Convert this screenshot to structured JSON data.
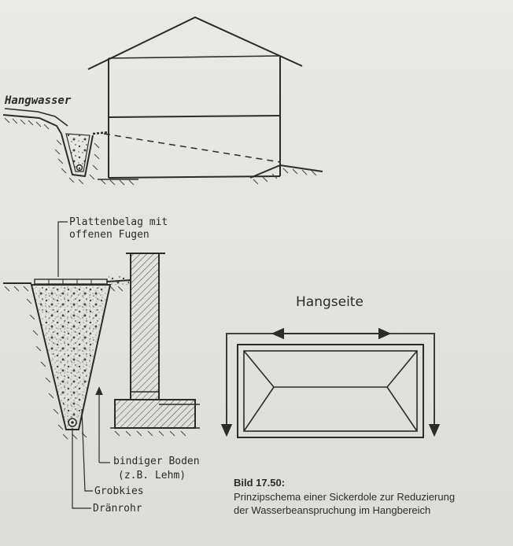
{
  "labels": {
    "hangwasser": "Hangwasser",
    "plattenbelag_1": "Plattenbelag mit",
    "plattenbelag_2": "offenen Fugen",
    "hangseite": "Hangseite",
    "boden_1": "bindiger Boden",
    "boden_2": "(z.B. Lehm)",
    "grobkies": "Grobkies",
    "draenrohr": "Dränrohr"
  },
  "caption": {
    "title": "Bild 17.50:",
    "line1": "Prinzipschema einer Sickerdole zur Reduzierung",
    "line2": "der Wasserbeanspruchung im Hangbereich"
  },
  "colors": {
    "ink": "#2b2b2b",
    "paper": "#e6e6e4"
  }
}
